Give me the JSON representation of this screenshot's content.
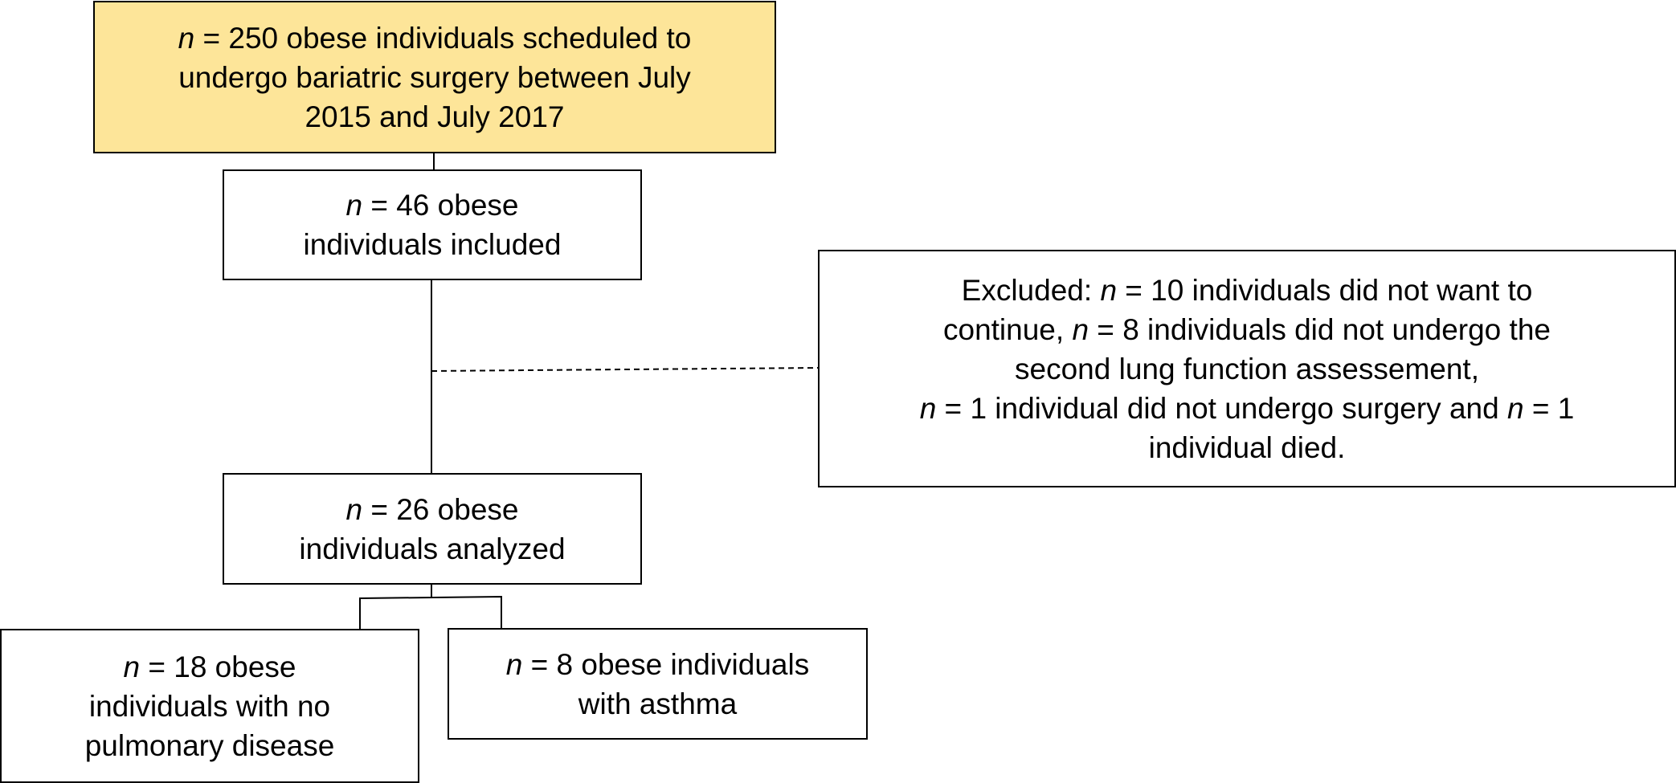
{
  "boxes": {
    "screened": {
      "line1_n": "n",
      "line1_rest": " = 250 obese individuals scheduled to",
      "line2": "undergo bariatric surgery between July",
      "line3": "2015 and July 2017",
      "fill": "#fde599"
    },
    "included": {
      "line1_n": "n",
      "line1_rest": " = 46 obese",
      "line2": "individuals included"
    },
    "excluded": {
      "line1_pre": "Excluded: ",
      "line1_n": "n",
      "line1_rest": " = 10 individuals did not want to",
      "line2_pre": "continue, ",
      "line2_n": "n",
      "line2_rest": " = 8 individuals did not undergo the",
      "line3": "second lung function assessement,",
      "line4_n1": "n",
      "line4_mid": " = 1 individual did not undergo surgery and ",
      "line4_n2": "n",
      "line4_rest": " = 1",
      "line5": "individual died."
    },
    "analyzed": {
      "line1_n": "n",
      "line1_rest": " = 26 obese",
      "line2": "individuals analyzed"
    },
    "no_disease": {
      "line1_n": "n",
      "line1_rest": " = 18 obese",
      "line2": "individuals with no",
      "line3": "pulmonary disease"
    },
    "asthma": {
      "line1_n": "n",
      "line1_rest": " = 8 obese individuals",
      "line2": "with asthma"
    }
  }
}
